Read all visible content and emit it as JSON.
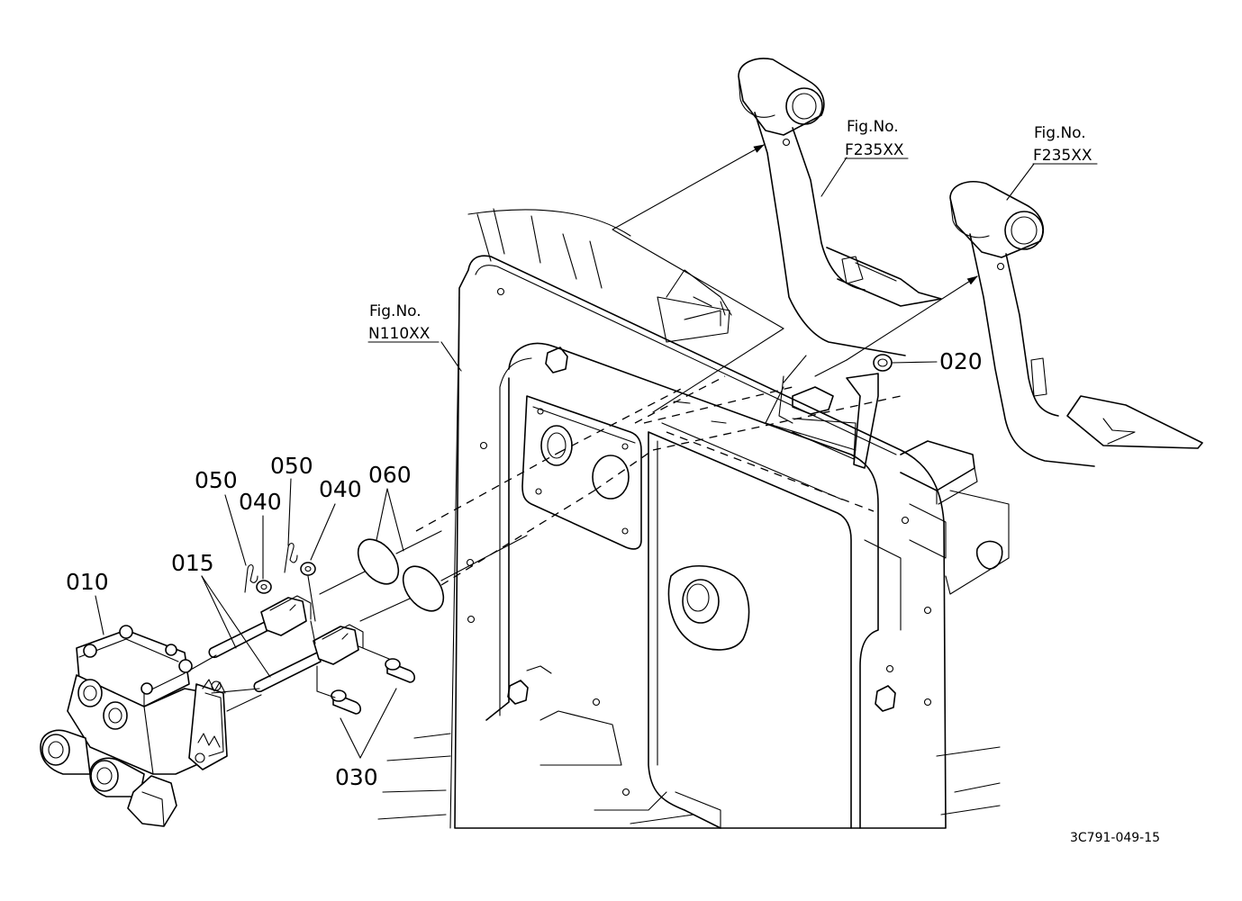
{
  "figure_refs": {
    "pedal_top": {
      "line1": "Fig.No.",
      "line2": "F235XX"
    },
    "pedal_right": {
      "line1": "Fig.No.",
      "line2": "F235XX"
    },
    "panel": {
      "line1": "Fig.No.",
      "line2": "N110XX"
    }
  },
  "part_labels": {
    "p010": "010",
    "p015": "015",
    "p020": "020",
    "p030": "030",
    "p040_left": "040",
    "p040_right": "040",
    "p050_left": "050",
    "p050_right": "050",
    "p060": "060"
  },
  "drawing_code": "3C791-049-15"
}
